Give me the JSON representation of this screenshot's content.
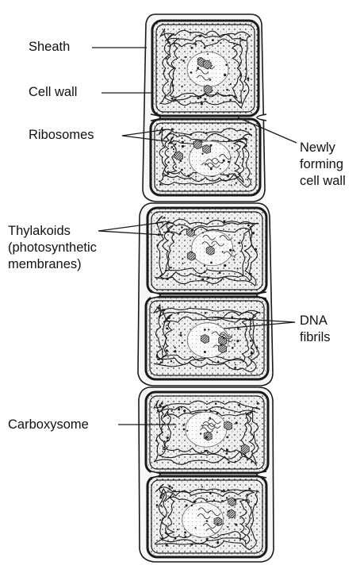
{
  "labels": {
    "sheath": "Sheath",
    "cell_wall": "Cell wall",
    "ribosomes": "Ribosomes",
    "newly_forming": [
      "Newly",
      "forming",
      "cell wall"
    ],
    "thylakoids": [
      "Thylakoids",
      "(photosynthetic",
      "membranes)"
    ],
    "dna_fibrils": [
      "DNA",
      "fibrils"
    ],
    "carboxysome": "Carboxysome"
  },
  "colors": {
    "ink": "#1a1a1a",
    "cytoplasm": "#eeeeee",
    "sheath_fill": "#f7f7f7"
  },
  "cells_count_shown": 6
}
